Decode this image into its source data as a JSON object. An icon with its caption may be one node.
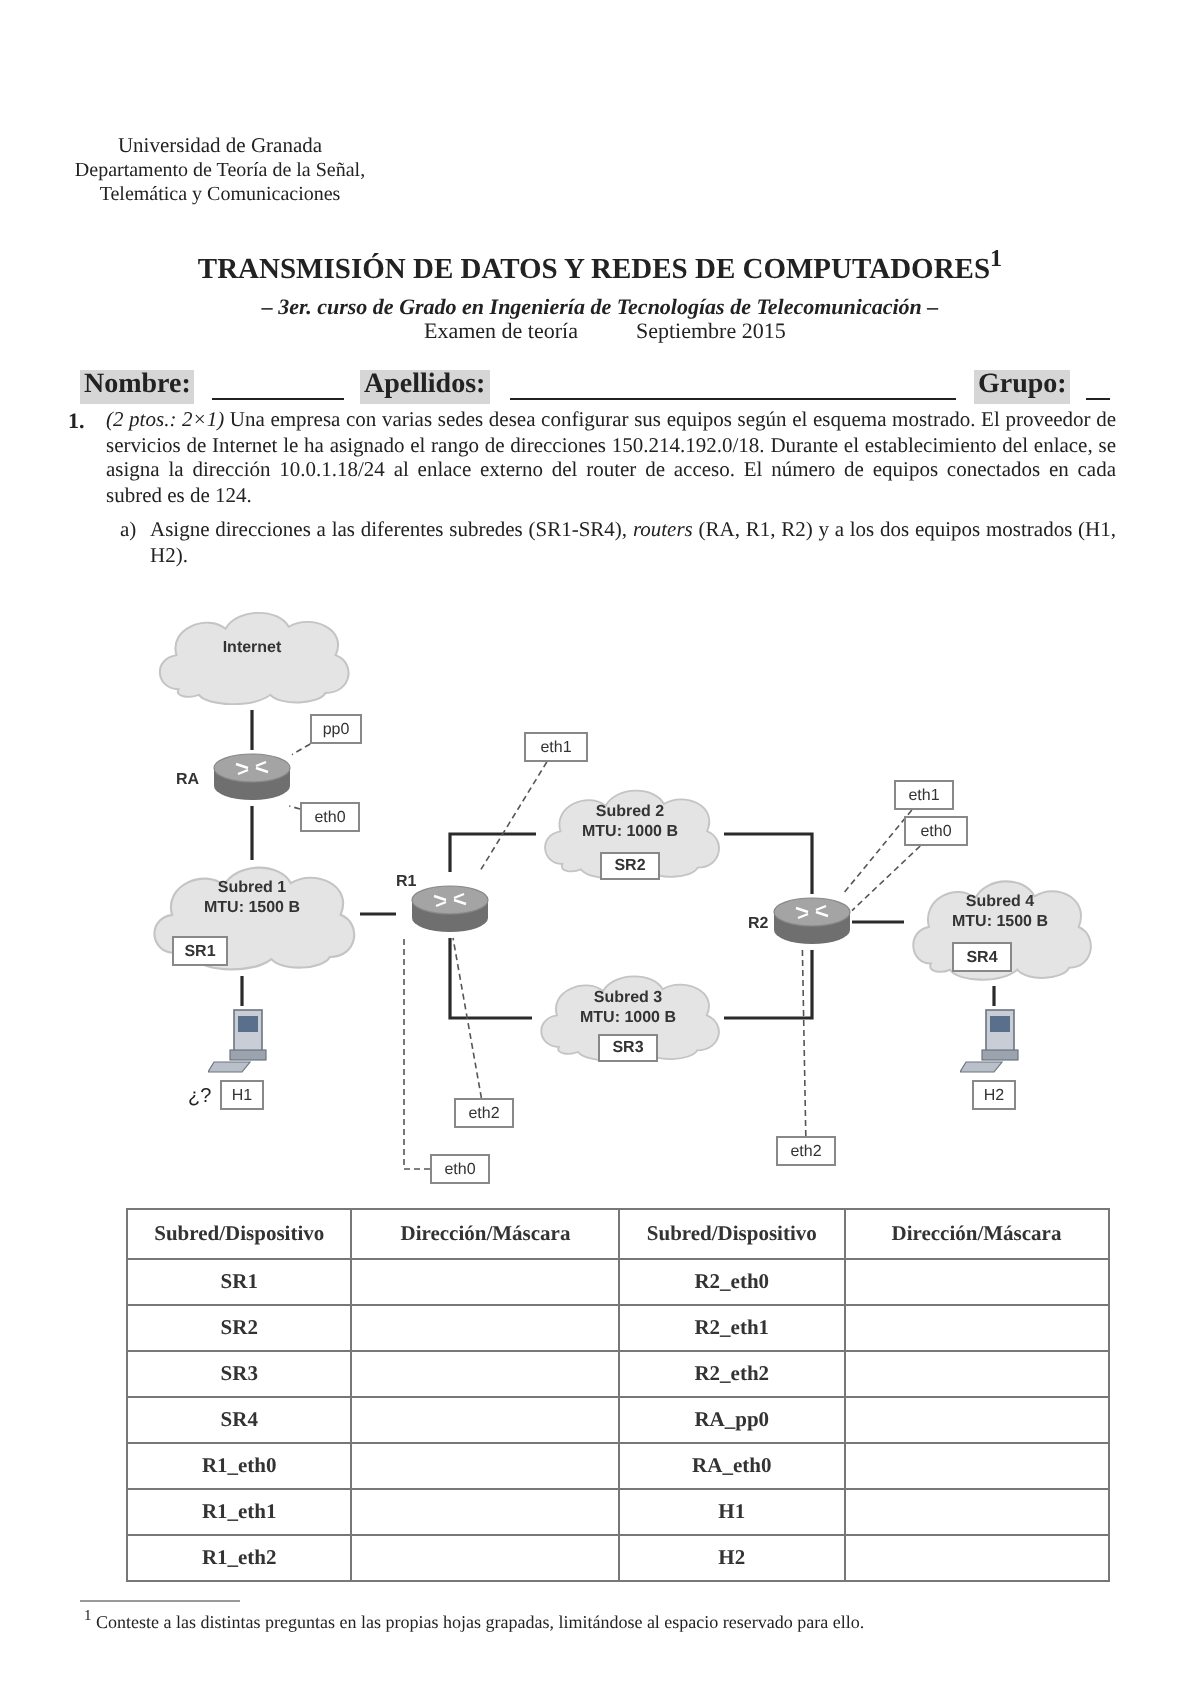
{
  "diagram": {
    "title": "TRANSMISIÓN DE DATOS Y REDES DE COMPUTADORES$^{1}$",
    "nodes": [
      {
        "text": [
          "Internet"
        ]
      },
      {
        "text": [
          "RA"
        ]
      },
      {
        "text": [
          "Subred 1",
          "MTU: 1500 B"
        ]
      },
      {
        "text": [
          "SR1"
        ],
        "in": 2
      },
      {
        "text": [
          "H1"
        ],
        "beside": [
          "¿?"
        ]
      },
      {
        "text": [
          "R1"
        ]
      },
      {
        "text": [
          "Subred 2",
          "MTU: 1000 B"
        ]
      },
      {
        "text": [
          "SR2"
        ],
        "in": 6
      },
      {
        "text": [
          "Subred 3",
          "MTU: 1000 B"
        ]
      },
      {
        "text": [
          "SR3"
        ],
        "in": 8
      },
      {
        "text": [
          "R2"
        ]
      },
      {
        "text": [
          "Subred 4",
          "MTU: 1500 B"
        ]
      },
      {
        "text": [
          "SR4"
        ],
        "in": 11
      },
      {
        "text": [
          "H2"
        ]
      },
      {
        "text": [
          "pp0"
        ]
      },
      {
        "text": [
          "eth0"
        ]
      },
      {
        "text": [
          "eth1"
        ]
      },
      {
        "text": [
          "eth2"
        ]
      },
      {
        "text": [
          "eth0"
        ]
      },
      {
        "text": [
          "eth1"
        ]
      },
      {
        "text": [
          "eth0"
        ]
      },
      {
        "text": [
          "eth2"
        ]
      }
    ],
    "edges": [
      {
        "from": 0,
        "to": 1,
        "arrow": "none"
      },
      {
        "from": 1,
        "to": 2,
        "arrow": "none"
      },
      {
        "from": 2,
        "to": 4,
        "arrow": "none"
      },
      {
        "from": 2,
        "to": 5,
        "arrow": "none"
      },
      {
        "from": 5,
        "to": 6,
        "arrow": "none"
      },
      {
        "from": 5,
        "to": 8,
        "arrow": "none"
      },
      {
        "from": 6,
        "to": 10,
        "arrow": "none"
      },
      {
        "from": 8,
        "to": 10,
        "arrow": "none"
      },
      {
        "from": 10,
        "to": 11,
        "arrow": "none"
      },
      {
        "from": 11,
        "to": 13,
        "arrow": "none"
      },
      {
        "from": 14,
        "to": 1,
        "arrow": "none",
        "style": "dashed"
      },
      {
        "from": 15,
        "to": 1,
        "arrow": "none",
        "style": "dashed"
      },
      {
        "from": 16,
        "to": 5,
        "arrow": "none",
        "style": "dashed"
      },
      {
        "from": 17,
        "to": 5,
        "arrow": "none",
        "style": "dashed"
      },
      {
        "from": 18,
        "to": 5,
        "arrow": "none",
        "style": "dashed"
      },
      {
        "from": 19,
        "to": 10,
        "arrow": "none",
        "style": "dashed"
      },
      {
        "from": 20,
        "to": 10,
        "arrow": "none",
        "style": "dashed"
      },
      {
        "from": 21,
        "to": 10,
        "arrow": "none",
        "style": "dashed"
      }
    ],
    "labels": [
      "Universidad de Granada",
      "Departamento de Teoría de la Señal, Telemática y Comunicaciones",
      "– 3er. curso de Grado en Ingeniería de Tecnologías de Telecomunicación –",
      "Examen de teoría",
      "Septiembre 2015",
      "Nombre:",
      "Apellidos:",
      "Grupo:",
      "1.",
      "*(2 ptos.: 2×1)* Una empresa con varias sedes desea configurar sus equipos según el esquema mostrado. El proveedor de servicios de Internet le ha asignado el rango de direcciones 150.214.192.0/18. Durante el establecimiento del enlace, se asigna la dirección 10.0.1.18/24 al enlace externo del router de acceso. El número de equipos conectados en cada subred es de 124.",
      "a)",
      "Asigne direcciones a las diferentes subredes (SR1-SR4), *routers* (RA, R1, R2) y a los dos equipos mostrados (H1, H2).",
      "Subred/Dispositivo",
      "Dirección/Máscara",
      "Subred/Dispositivo",
      "Dirección/Máscara",
      "SR1",
      "R2_eth0",
      "SR2",
      "R2_eth1",
      "SR3",
      "R2_eth2",
      "SR4",
      "RA_pp0",
      "R1_eth0",
      "RA_eth0",
      "R1_eth1",
      "H1",
      "R1_eth2",
      "H2",
      "$^{1}$ Conteste a las distintas preguntas en las propias hojas grapadas, limitándose al espacio reservado para ello."
    ]
  }
}
